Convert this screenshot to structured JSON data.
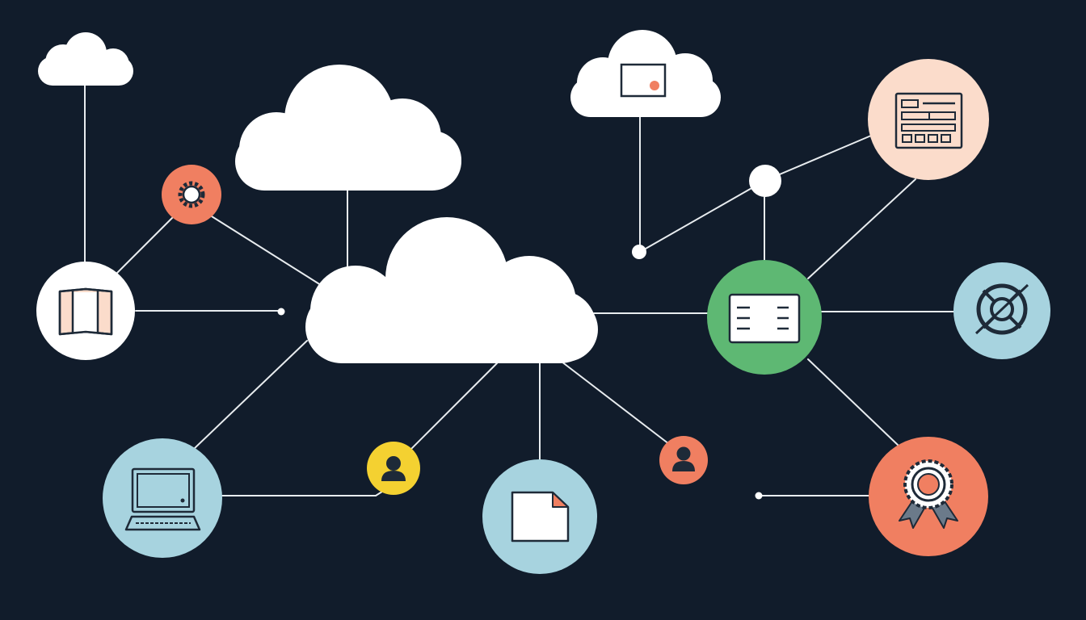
{
  "colors": {
    "background": "#111c2b",
    "cloud": "#ffffff",
    "line": "#e8ecef",
    "icon_stroke": "#1e2a38",
    "node_white": "#ffffff",
    "node_orange": "#f07f61",
    "node_peach": "#fbdccb",
    "node_green": "#5eb873",
    "node_lightblue": "#a7d3df",
    "node_yellow": "#f4d131",
    "accent_dot": "#f07f61"
  },
  "diagram": {
    "type": "cloud-network",
    "clouds": [
      "central-cloud",
      "top-left-small-cloud",
      "top-center-large-cloud",
      "top-right-cloud"
    ],
    "nodes": [
      {
        "name": "book-node",
        "color": "node_white",
        "icon": "book-icon"
      },
      {
        "name": "gear-node",
        "color": "node_orange",
        "icon": "gear-icon"
      },
      {
        "name": "laptop-node",
        "color": "node_lightblue",
        "icon": "laptop-icon"
      },
      {
        "name": "user-node-yellow",
        "color": "node_yellow",
        "icon": "user-icon"
      },
      {
        "name": "document-node",
        "color": "node_lightblue",
        "icon": "document-icon"
      },
      {
        "name": "user-node-orange",
        "color": "node_orange",
        "icon": "user-icon"
      },
      {
        "name": "server-panel-node",
        "color": "node_green",
        "icon": "server-panel-icon"
      },
      {
        "name": "dashboard-node",
        "color": "node_peach",
        "icon": "dashboard-icon"
      },
      {
        "name": "lifebuoy-node",
        "color": "node_lightblue",
        "icon": "lifebuoy-icon"
      },
      {
        "name": "award-node",
        "color": "node_orange",
        "icon": "award-badge-icon"
      },
      {
        "name": "junction-node",
        "color": "node_white",
        "icon": ""
      }
    ]
  }
}
